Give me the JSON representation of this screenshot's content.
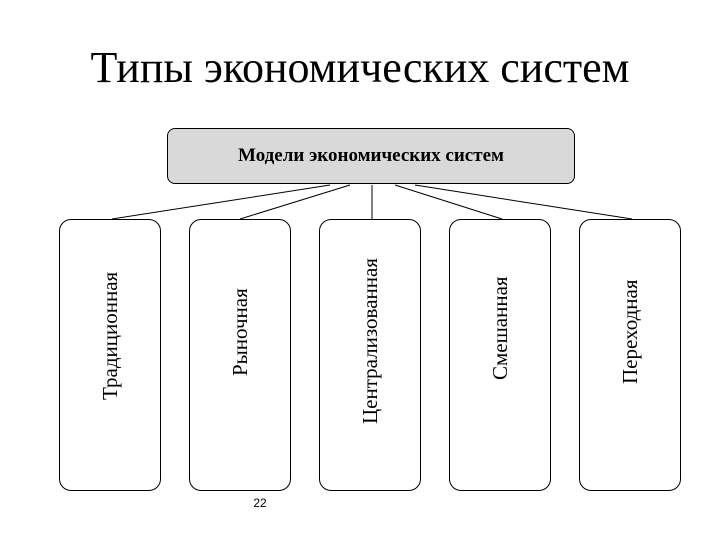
{
  "slide": {
    "title": "Типы экономических систем",
    "page_number": "22"
  },
  "diagram": {
    "root": "Модели экономических систем",
    "models": [
      {
        "label": "Традиционная"
      },
      {
        "label": "Рыночная"
      },
      {
        "label": "Централизованная"
      },
      {
        "label": "Смешанная"
      },
      {
        "label": "Переходная"
      }
    ]
  },
  "colors": {
    "root_fill": "#d9d9d9",
    "box_fill": "#ffffff",
    "line": "#000000"
  }
}
